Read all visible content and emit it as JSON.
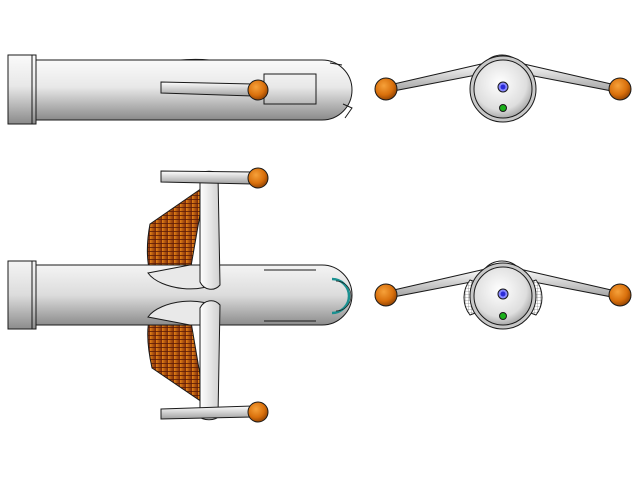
{
  "views": [
    {
      "id": "side-view"
    },
    {
      "id": "front-view"
    },
    {
      "id": "top-view"
    },
    {
      "id": "front-view-detail"
    }
  ],
  "colors": {
    "hull_light": "#f6f6f6",
    "hull_dark": "#7a7a7a",
    "nacelle_orange": "#e07a10",
    "fin_dark": "#6a1a08",
    "fin_light": "#e07a10",
    "sensor_blue": "#2b2bd8",
    "sensor_green": "#1ab01a",
    "deflector_teal": "#1a9090",
    "background": "#ffffff"
  }
}
